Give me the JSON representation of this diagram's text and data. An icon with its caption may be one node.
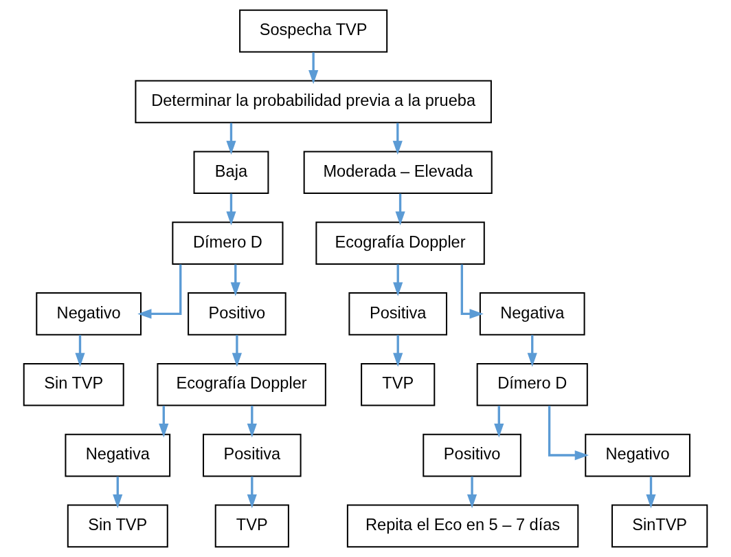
{
  "diagram": {
    "nodes": [
      {
        "text": [
          "Sospecha TVP"
        ]
      },
      {
        "text": [
          "Determinar la probabilidad previa a la prueba"
        ]
      },
      {
        "text": [
          "Baja"
        ]
      },
      {
        "text": [
          "Moderada – Elevada"
        ]
      },
      {
        "text": [
          "Dímero D"
        ]
      },
      {
        "text": [
          "Ecografía Doppler"
        ]
      },
      {
        "text": [
          "Negativo"
        ]
      },
      {
        "text": [
          "Positivo"
        ]
      },
      {
        "text": [
          "Positiva"
        ]
      },
      {
        "text": [
          "Negativa"
        ]
      },
      {
        "text": [
          "Sin TVP"
        ]
      },
      {
        "text": [
          "Ecografía Doppler"
        ]
      },
      {
        "text": [
          "TVP"
        ]
      },
      {
        "text": [
          "Dímero D"
        ]
      },
      {
        "text": [
          "Negativa"
        ]
      },
      {
        "text": [
          "Positiva"
        ]
      },
      {
        "text": [
          "Positivo"
        ]
      },
      {
        "text": [
          "Negativo"
        ]
      },
      {
        "text": [
          "Sin TVP"
        ]
      },
      {
        "text": [
          "TVP"
        ]
      },
      {
        "text": [
          "Repita el Eco en 5 – 7 días"
        ]
      },
      {
        "text": [
          "SinTVP"
        ]
      }
    ],
    "edges": [
      {
        "from": 0,
        "to": 1,
        "arrow": "to"
      },
      {
        "from": 1,
        "to": 2,
        "arrow": "to"
      },
      {
        "from": 1,
        "to": 3,
        "arrow": "to"
      },
      {
        "from": 2,
        "to": 4,
        "arrow": "to"
      },
      {
        "from": 3,
        "to": 5,
        "arrow": "to"
      },
      {
        "from": 4,
        "to": 6,
        "arrow": "to"
      },
      {
        "from": 4,
        "to": 7,
        "arrow": "to"
      },
      {
        "from": 5,
        "to": 8,
        "arrow": "to"
      },
      {
        "from": 5,
        "to": 9,
        "arrow": "to"
      },
      {
        "from": 6,
        "to": 10,
        "arrow": "to"
      },
      {
        "from": 7,
        "to": 11,
        "arrow": "to"
      },
      {
        "from": 8,
        "to": 12,
        "arrow": "to"
      },
      {
        "from": 9,
        "to": 13,
        "arrow": "to"
      },
      {
        "from": 11,
        "to": 14,
        "arrow": "to"
      },
      {
        "from": 11,
        "to": 15,
        "arrow": "to"
      },
      {
        "from": 13,
        "to": 16,
        "arrow": "to"
      },
      {
        "from": 13,
        "to": 17,
        "arrow": "to"
      },
      {
        "from": 14,
        "to": 18,
        "arrow": "to"
      },
      {
        "from": 15,
        "to": 19,
        "arrow": "to"
      },
      {
        "from": 16,
        "to": 20,
        "arrow": "to"
      },
      {
        "from": 17,
        "to": 21,
        "arrow": "to"
      }
    ]
  }
}
